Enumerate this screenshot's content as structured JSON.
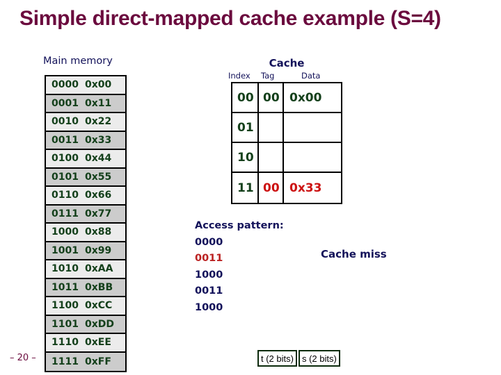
{
  "slide": {
    "title": "Simple direct-mapped cache example (S=4)",
    "page_number": "– 20 –",
    "accent_color": "#6B0B3E",
    "label_color": "#13125A",
    "value_color": "#14401B",
    "highlight_color": "#CC1111"
  },
  "main_memory": {
    "caption": "Main memory",
    "rows": [
      {
        "address": "0000",
        "value": "0x00"
      },
      {
        "address": "0001",
        "value": "0x11"
      },
      {
        "address": "0010",
        "value": "0x22"
      },
      {
        "address": "0011",
        "value": "0x33"
      },
      {
        "address": "0100",
        "value": "0x44"
      },
      {
        "address": "0101",
        "value": "0x55"
      },
      {
        "address": "0110",
        "value": "0x66"
      },
      {
        "address": "0111",
        "value": "0x77"
      },
      {
        "address": "1000",
        "value": "0x88"
      },
      {
        "address": "1001",
        "value": "0x99"
      },
      {
        "address": "1010",
        "value": "0xAA"
      },
      {
        "address": "1011",
        "value": "0xBB"
      },
      {
        "address": "1100",
        "value": "0xCC"
      },
      {
        "address": "1101",
        "value": "0xDD"
      },
      {
        "address": "1110",
        "value": "0xEE"
      },
      {
        "address": "1111",
        "value": "0xFF"
      }
    ]
  },
  "cache": {
    "caption": "Cache",
    "columns": {
      "index": "Index",
      "tag": "Tag",
      "data": "Data"
    },
    "rows": [
      {
        "index": "00",
        "tag": "00",
        "data": "0x00",
        "highlight": false
      },
      {
        "index": "01",
        "tag": "",
        "data": "",
        "highlight": false
      },
      {
        "index": "10",
        "tag": "",
        "data": "",
        "highlight": false
      },
      {
        "index": "11",
        "tag": "00",
        "data": "0x33",
        "highlight": true
      }
    ]
  },
  "access_pattern": {
    "heading": "Access pattern:",
    "lines": [
      {
        "text": "0000",
        "highlight": false
      },
      {
        "text": "0011",
        "highlight": true
      },
      {
        "text": "1000",
        "highlight": false
      },
      {
        "text": "0011",
        "highlight": false
      },
      {
        "text": "1000",
        "highlight": false
      }
    ],
    "annotation": "Cache miss"
  },
  "bitfields": [
    {
      "label": "t (2 bits)"
    },
    {
      "label": "s (2 bits)"
    }
  ]
}
